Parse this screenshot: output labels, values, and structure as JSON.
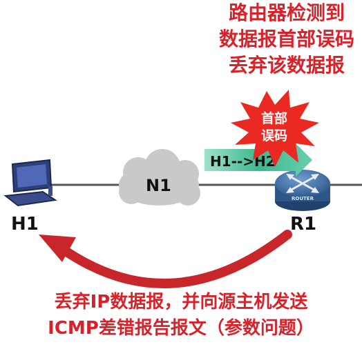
{
  "title": {
    "line1": "路由器检测到",
    "line2": "数据报首部误码",
    "line3": "丢弃该数据报"
  },
  "burst": {
    "line1": "首部",
    "line2": "误码"
  },
  "packet": {
    "label": "H1-->H2"
  },
  "network": {
    "label": "N1"
  },
  "host": {
    "label": "H1"
  },
  "router": {
    "label": "R1",
    "badge": "ROUTER"
  },
  "caption": {
    "line1": "丢弃IP数据报，并向源主机发送",
    "line2": "ICMP差错报告报文（参数问题）"
  },
  "colors": {
    "accent_red": "#d8222a",
    "packet_green": "#3cb98f",
    "router_blue": "#3f6fa6",
    "cloud_gray": "#c9c9c9",
    "line_gray": "#555555"
  }
}
